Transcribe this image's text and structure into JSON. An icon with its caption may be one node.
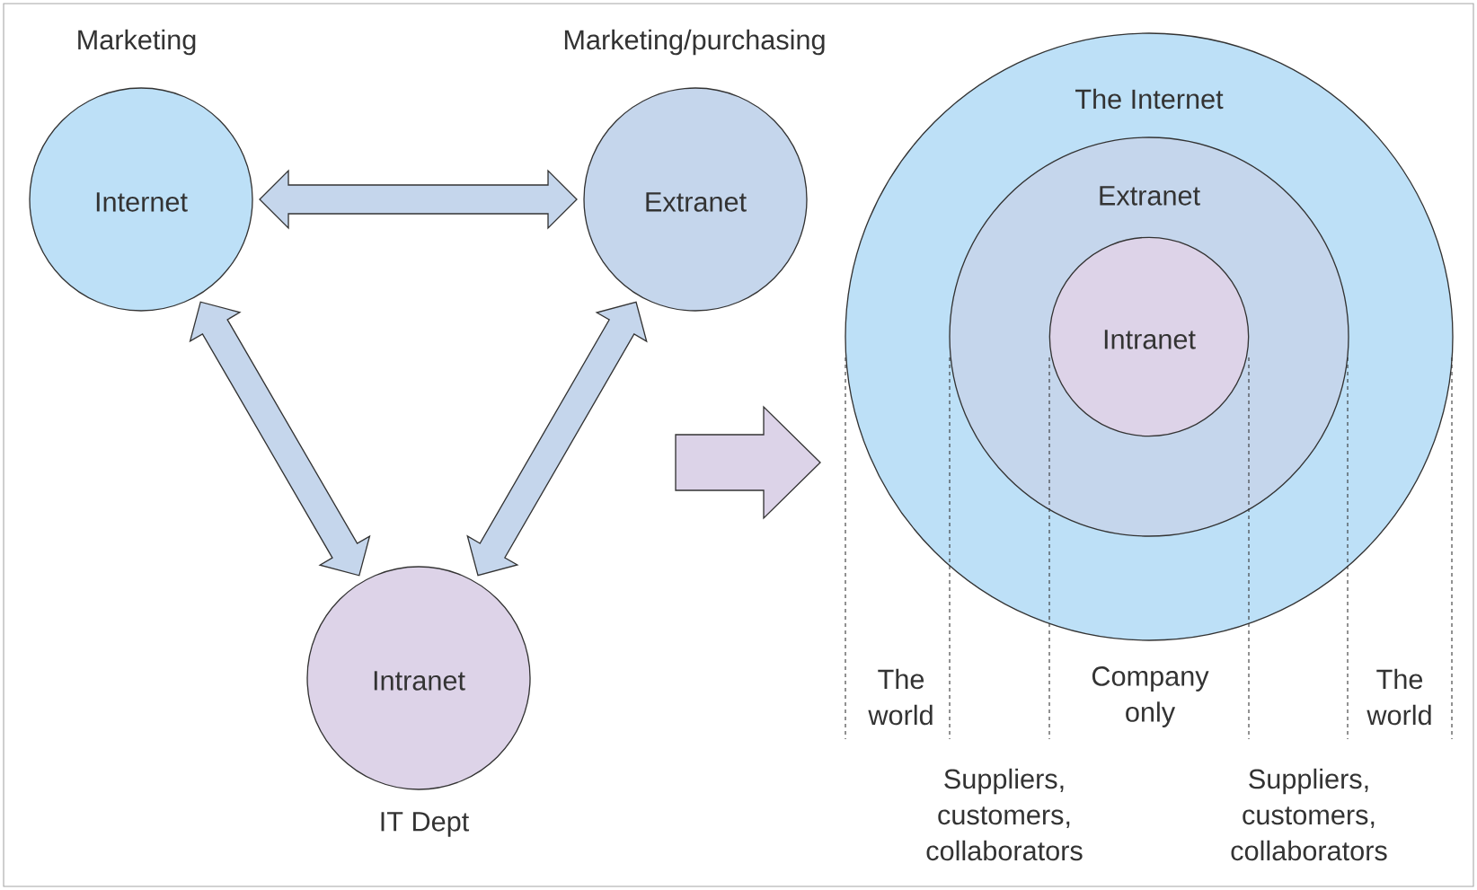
{
  "diagram": {
    "nodes": [
      {
        "text": [
          "Internet"
        ],
        "beside": [
          "Marketing"
        ]
      },
      {
        "text": [
          "Extranet"
        ],
        "beside": [
          "Marketing/purchasing"
        ]
      },
      {
        "text": [
          "Intranet"
        ],
        "beside": [
          "IT Dept"
        ]
      },
      {
        "text": [
          "The Internet"
        ]
      },
      {
        "text": [
          "Extranet"
        ],
        "in": 3
      },
      {
        "text": [
          "Intranet"
        ],
        "in": 4
      }
    ],
    "edges": [
      {
        "from": 0,
        "to": 1,
        "arrow": "both"
      },
      {
        "from": 0,
        "to": 2,
        "arrow": "both"
      },
      {
        "from": 1,
        "to": 2,
        "arrow": "both"
      },
      {
        "from": null,
        "to": 3,
        "arrow": "to",
        "color": "#dcd3e8"
      }
    ],
    "labels": [
      "The world",
      "Company only",
      "The world",
      "Suppliers, customers, collaborators",
      "Suppliers, customers, collaborators"
    ]
  }
}
